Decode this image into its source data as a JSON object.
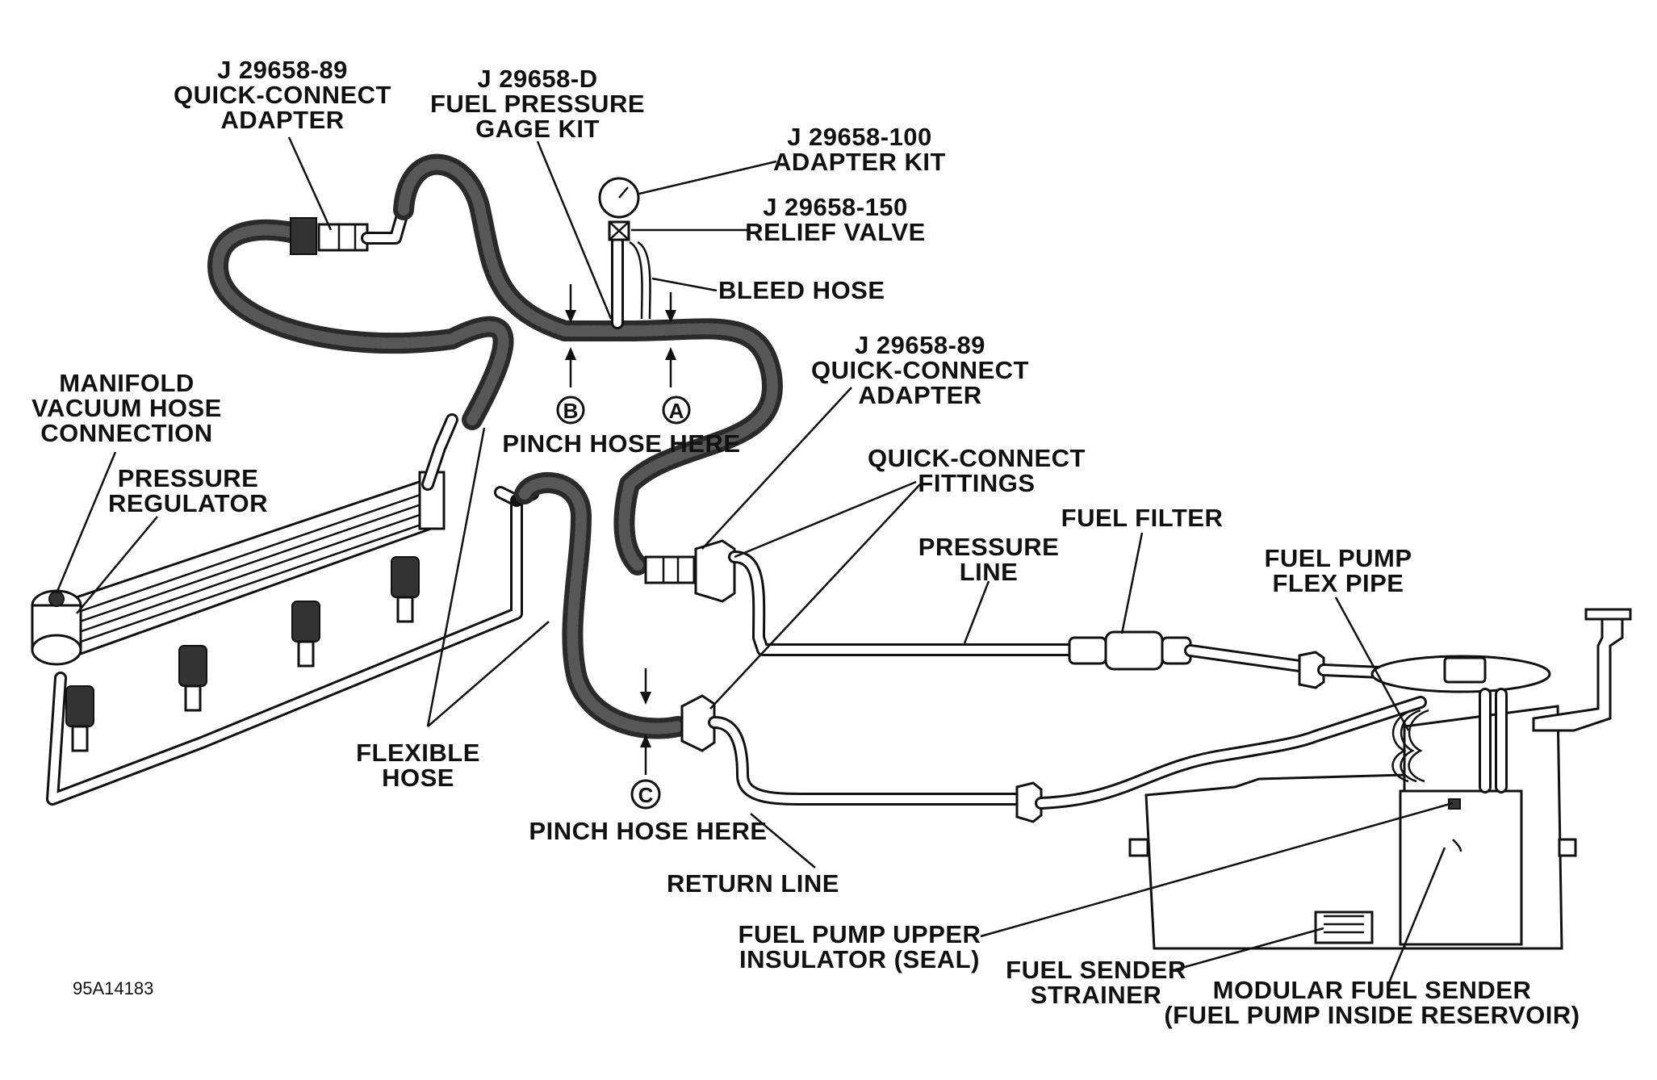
{
  "labels": {
    "quick_connect_adapter_top": [
      "J 29658-89",
      "QUICK-CONNECT",
      "ADAPTER"
    ],
    "gage_kit": [
      "J 29658-D",
      "FUEL PRESSURE",
      "GAGE KIT"
    ],
    "adapter_kit": [
      "J 29658-100",
      "ADAPTER KIT"
    ],
    "relief_valve": [
      "J 29658-150",
      "RELIEF VALVE"
    ],
    "bleed_hose": "BLEED HOSE",
    "manifold_vacuum": [
      "MANIFOLD",
      "VACUUM HOSE",
      "CONNECTION"
    ],
    "pressure_regulator": [
      "PRESSURE",
      "REGULATOR"
    ],
    "quick_connect_adapter_mid": [
      "J 29658-89",
      "QUICK-CONNECT",
      "ADAPTER"
    ],
    "pinch_hose_ab": "PINCH HOSE HERE",
    "quick_connect_fittings": [
      "QUICK-CONNECT",
      "FITTINGS"
    ],
    "fuel_filter": "FUEL FILTER",
    "pressure_line": [
      "PRESSURE",
      "LINE"
    ],
    "fuel_pump_flex_pipe": [
      "FUEL PUMP",
      "FLEX PIPE"
    ],
    "flexible_hose": [
      "FLEXIBLE",
      "HOSE"
    ],
    "pinch_hose_c": "PINCH HOSE HERE",
    "return_line": "RETURN LINE",
    "upper_insulator": [
      "FUEL PUMP UPPER",
      "INSULATOR (SEAL)"
    ],
    "sender_strainer": [
      "FUEL SENDER",
      "STRAINER"
    ],
    "modular_sender": [
      "MODULAR FUEL SENDER",
      "(FUEL PUMP INSIDE RESERVOIR)"
    ],
    "figure_id": "95A14183"
  },
  "pinch_points": {
    "a": "A",
    "b": "B",
    "c": "C"
  }
}
